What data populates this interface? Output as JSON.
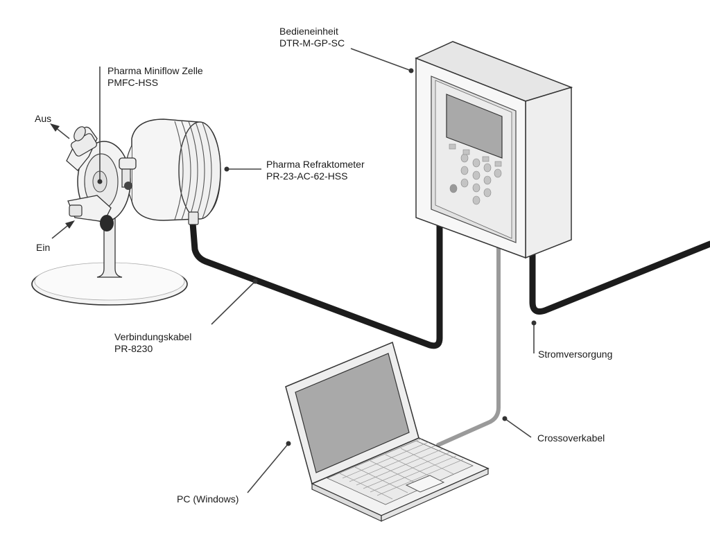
{
  "labels": {
    "control_unit": {
      "line1": "Bedieneinheit",
      "line2": "DTR-M-GP-SC"
    },
    "flow_cell": {
      "line1": "Pharma Miniflow Zelle",
      "line2": "PMFC-HSS"
    },
    "refractometer": {
      "line1": "Pharma Refraktometer",
      "line2": "PR-23-AC-62-HSS"
    },
    "outlet": "Aus",
    "inlet": "Ein",
    "connection_cable": {
      "line1": "Verbindungskabel",
      "line2": "PR-8230"
    },
    "power_supply": "Stromversorgung",
    "crossover_cable": "Crossoverkabel",
    "pc": "PC (Windows)"
  },
  "colors": {
    "cable_black": "#1c1c1c",
    "cable_grey": "#9a9a9a",
    "outline": "#333333",
    "screen": "#a9a9a9"
  }
}
